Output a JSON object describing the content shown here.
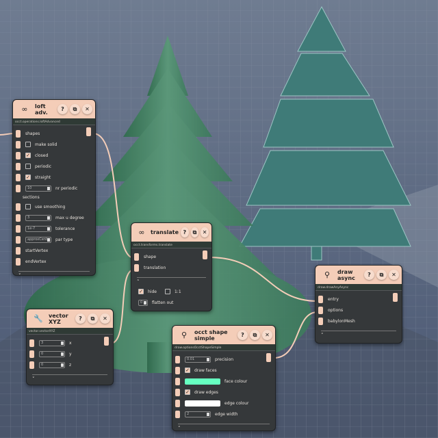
{
  "colors": {
    "accent": "#f4cdb8",
    "face_colour": "#66ffc0",
    "edge_colour": "#ffffff",
    "node_bg": "#35383a"
  },
  "nodes": [
    {
      "id": "loft",
      "title": "loft adv.",
      "icon": "loft-icon",
      "glyph": "∞",
      "subtitle": "occt.operations.loftAdvanced",
      "rows": [
        {
          "type": "pin",
          "label": "shapes"
        },
        {
          "type": "check",
          "label": "make solid",
          "checked": false
        },
        {
          "type": "check",
          "label": "closed",
          "checked": true
        },
        {
          "type": "check",
          "label": "periodic",
          "checked": false
        },
        {
          "type": "check",
          "label": "straight",
          "checked": true
        },
        {
          "type": "num",
          "value": "10",
          "label": "nr periodic"
        },
        {
          "type": "text",
          "label": "sections"
        },
        {
          "type": "check",
          "label": "use smoothing",
          "checked": false
        },
        {
          "type": "num",
          "value": "3",
          "label": "max u degree"
        },
        {
          "type": "num",
          "value": "1e-7",
          "label": "tolerance"
        },
        {
          "type": "select",
          "value": "approxCentr",
          "label": "par type"
        },
        {
          "type": "pin",
          "label": "startVertex"
        },
        {
          "type": "pin",
          "label": "endVertex"
        }
      ],
      "footer": "˅"
    },
    {
      "id": "translate",
      "title": "translate",
      "icon": "loft-icon",
      "glyph": "∞",
      "subtitle": "occt.transforms.translate",
      "rows": [
        {
          "type": "pin",
          "label": "shape"
        },
        {
          "type": "pin",
          "label": "translation"
        }
      ],
      "footer": "˄",
      "extras": {
        "hide_label": "hide",
        "hide": true,
        "one_to_one_label": "1:1",
        "one_to_one": false,
        "flatten_value": "0",
        "flatten_label": "flatten out"
      }
    },
    {
      "id": "vector",
      "title": "vector XYZ",
      "icon": "wrench-icon",
      "glyph": "🔧",
      "subtitle": "vector.vectorXYZ",
      "rows": [
        {
          "type": "num",
          "value": "3",
          "label": "x"
        },
        {
          "type": "num",
          "value": "0",
          "label": "y"
        },
        {
          "type": "num",
          "value": "0",
          "label": "z"
        }
      ],
      "footer": "˅"
    },
    {
      "id": "occt",
      "title": "occt shape simple",
      "icon": "brush-icon",
      "glyph": "⚲",
      "subtitle": "draw.optionsOcctShapeSimple",
      "rows": [
        {
          "type": "num",
          "value": "0.01",
          "label": "precision"
        },
        {
          "type": "check",
          "label": "draw faces",
          "checked": true
        },
        {
          "type": "color",
          "value": "#66ffc0",
          "label": "face colour"
        },
        {
          "type": "check",
          "label": "draw edges",
          "checked": true
        },
        {
          "type": "color",
          "value": "#ffffff",
          "label": "edge colour"
        },
        {
          "type": "num",
          "value": "2",
          "label": "edge width"
        }
      ],
      "footer": "˅"
    },
    {
      "id": "draw",
      "title": "draw async",
      "icon": "brush-icon",
      "glyph": "⚲",
      "subtitle": "draw.drawAnyAsync",
      "rows": [
        {
          "type": "pin",
          "label": "entry"
        },
        {
          "type": "pin",
          "label": "options"
        },
        {
          "type": "pin",
          "label": "babylonMesh"
        }
      ],
      "footer": "˅"
    }
  ],
  "header_buttons": {
    "help": "?",
    "copy": "⧉",
    "close": "✕"
  }
}
